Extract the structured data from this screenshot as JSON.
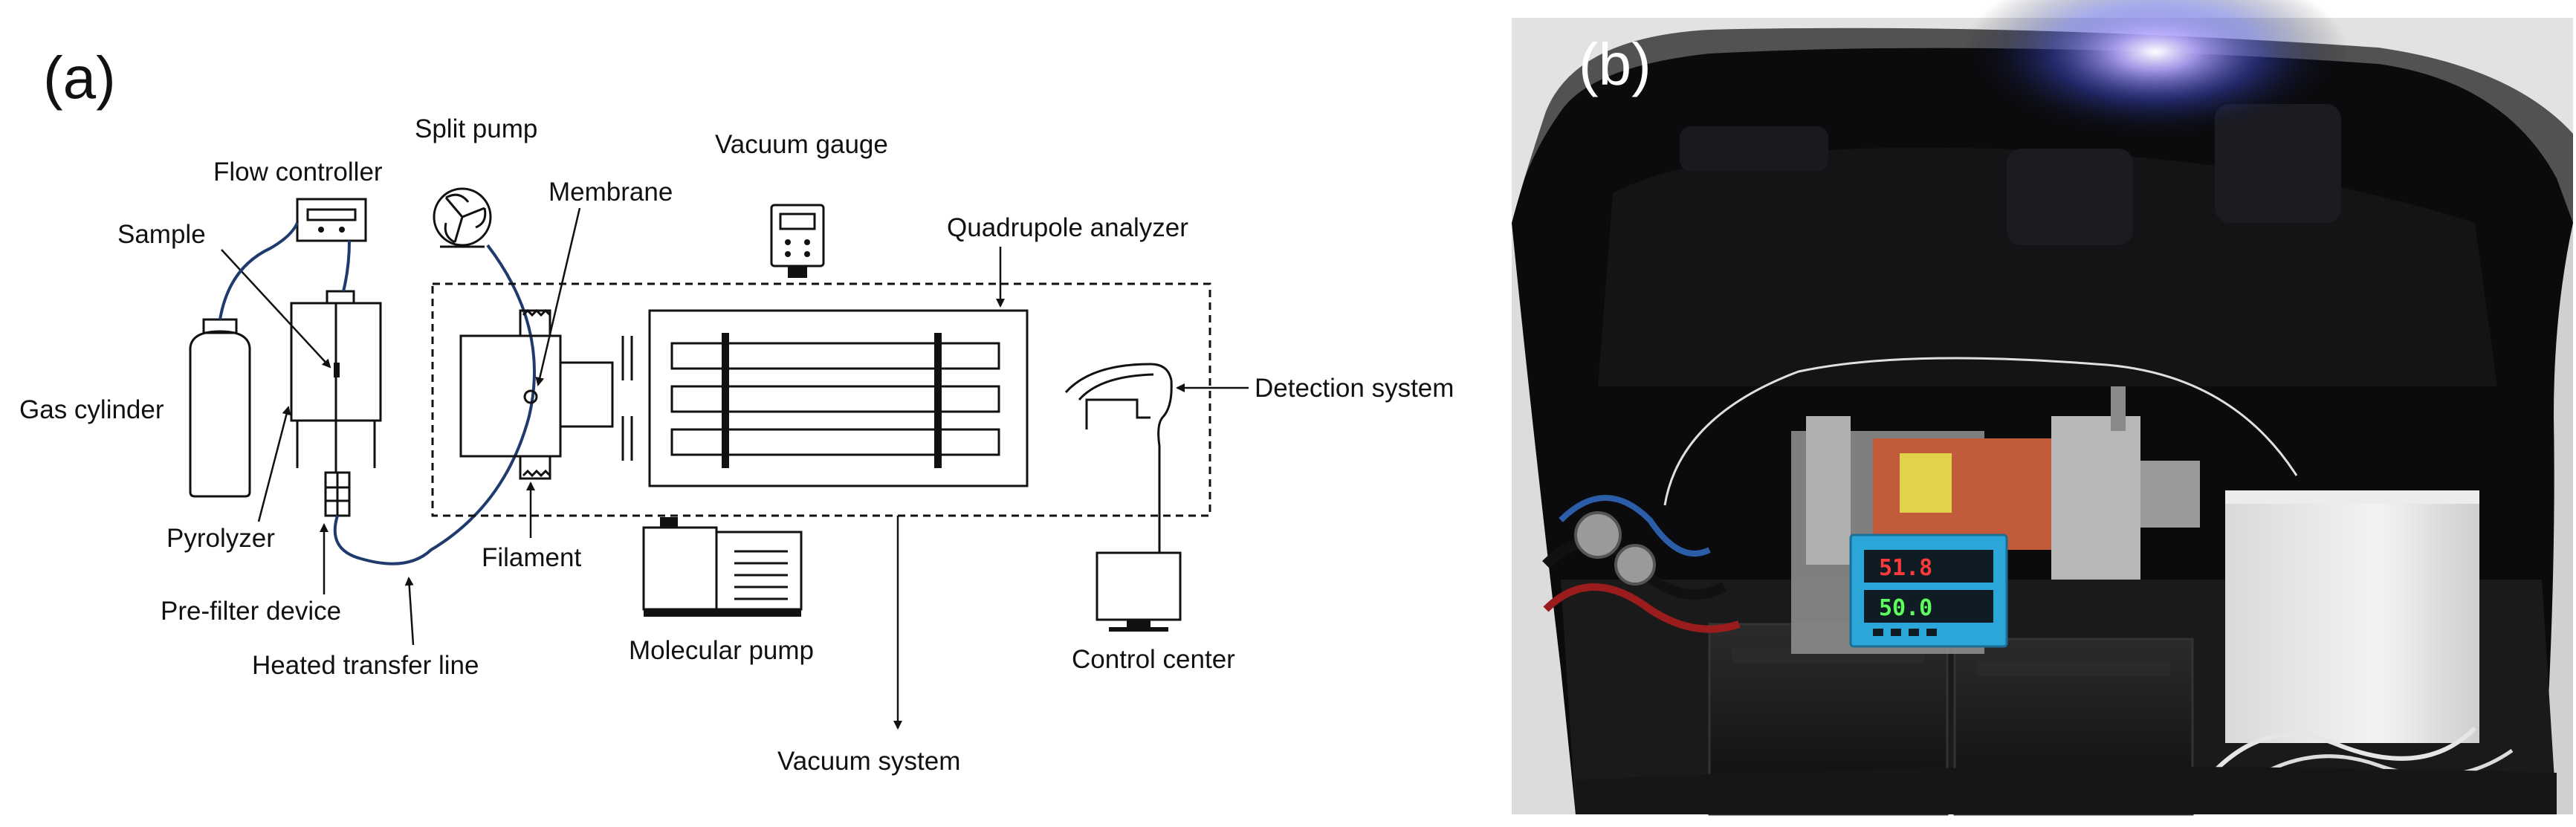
{
  "panels": {
    "a": {
      "label": "(a)"
    },
    "b": {
      "label": "(b)"
    }
  },
  "labels": {
    "split_pump": "Split pump",
    "flow_controller": "Flow controller",
    "vacuum_gauge": "Vacuum gauge",
    "membrane": "Membrane",
    "sample": "Sample",
    "quadrupole_analyzer": "Quadrupole analyzer",
    "gas_cylinder": "Gas cylinder",
    "detection_system": "Detection system",
    "pyrolyzer": "Pyrolyzer",
    "filament": "Filament",
    "pre_filter_device": "Pre-filter device",
    "molecular_pump": "Molecular pump",
    "control_center": "Control center",
    "heated_transfer_line": "Heated transfer line",
    "vacuum_system": "Vacuum system"
  },
  "photo_readouts": {
    "upper": "51.8",
    "lower": "50.0"
  },
  "colors": {
    "tube": "#1f3b6e",
    "ink": "#111111",
    "controller_panel": "#2aa6d8"
  }
}
